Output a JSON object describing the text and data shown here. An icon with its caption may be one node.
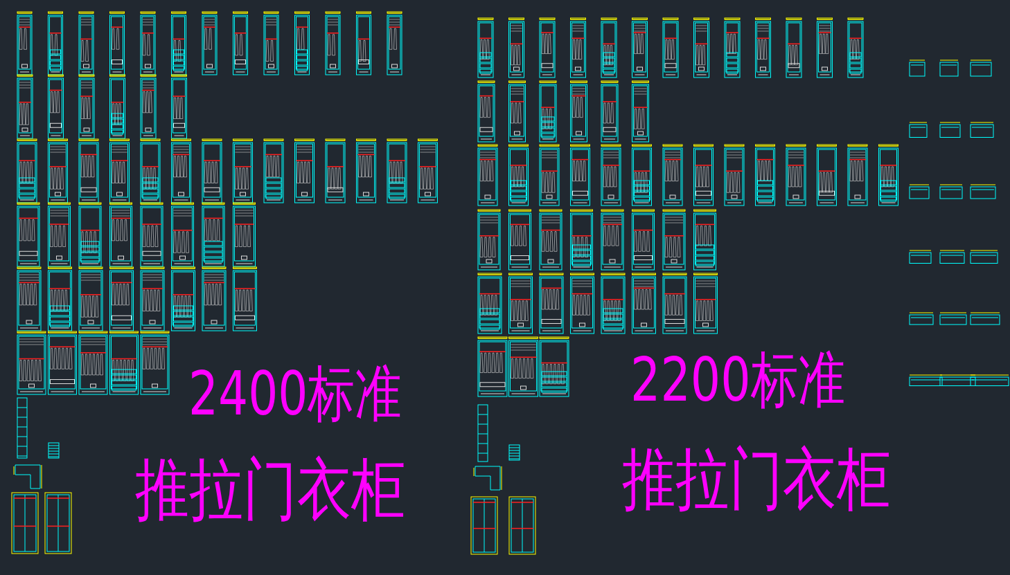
{
  "diagram": {
    "labels": [
      "2400标准",
      "推拉门衣柜",
      "2200标准",
      "推拉门衣柜"
    ]
  }
}
